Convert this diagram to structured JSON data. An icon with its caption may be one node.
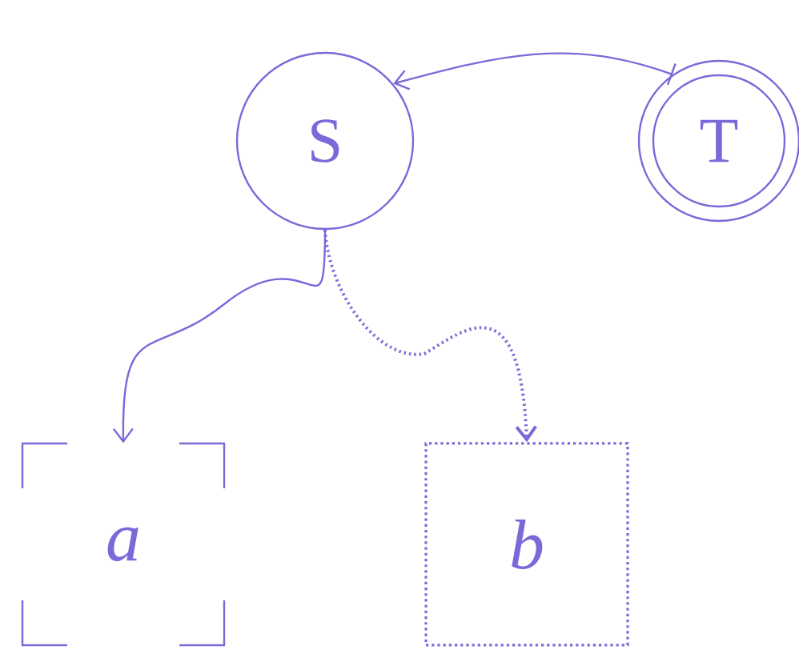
{
  "diagram": {
    "nodes": [
      {
        "text": [
          "S"
        ]
      },
      {
        "text": [
          "T"
        ]
      },
      {
        "text": [
          "a"
        ]
      },
      {
        "text": [
          "b"
        ]
      }
    ],
    "edges": [
      {
        "from": 1,
        "to": 0,
        "arrow": "to"
      },
      {
        "from": 0,
        "to": 2,
        "arrow": "to"
      },
      {
        "from": 0,
        "to": 3,
        "arrow": "to",
        "style": "dashed"
      }
    ]
  }
}
